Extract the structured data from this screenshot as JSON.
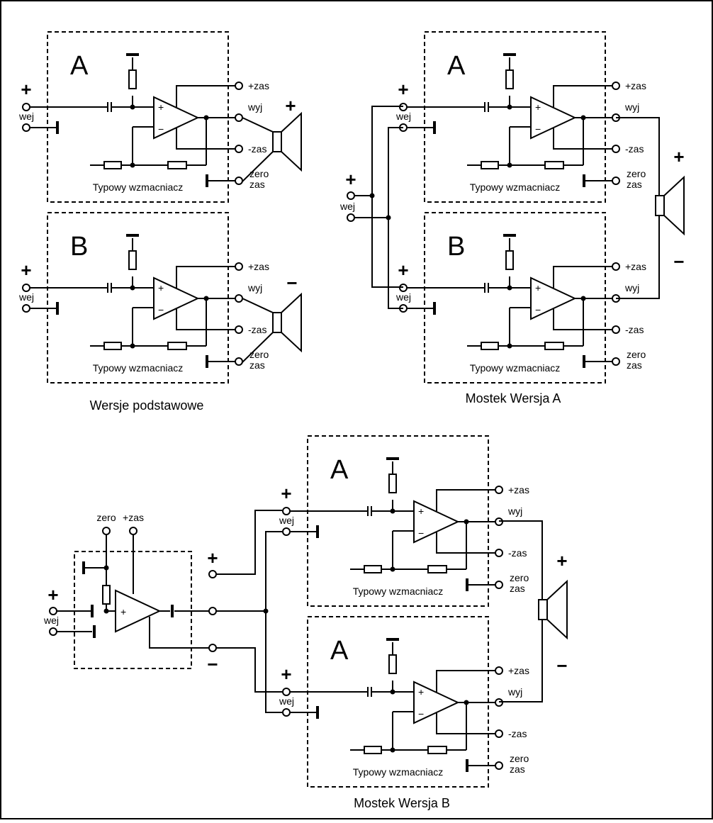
{
  "colors": {
    "line": "#000000",
    "background": "#ffffff"
  },
  "labels": {
    "block_a": "A",
    "block_b": "B",
    "amp_name": "Typowy wzmacniacz",
    "vcc_pos": "+zas",
    "vcc_neg": "-zas",
    "output": "wyj",
    "input": "wej",
    "zero": "zero",
    "zas": "zas",
    "plus": "+",
    "minus": "−",
    "speaker_plus": "+",
    "speaker_minus": "−"
  },
  "captions": {
    "basic": "Wersje podstawowe",
    "bridge_a": "Mostek Wersja A",
    "bridge_b": "Mostek Wersja B"
  }
}
